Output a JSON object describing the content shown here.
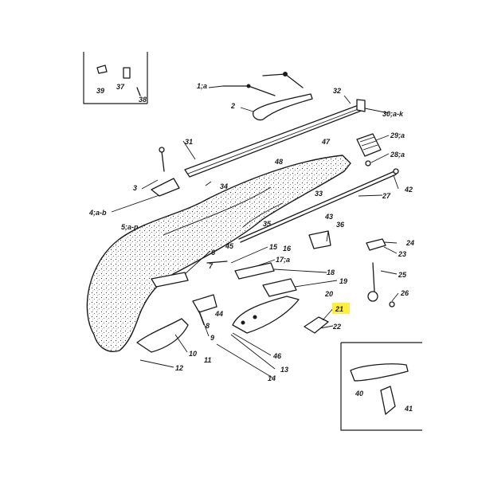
{
  "highlight_color": "#ffef3a",
  "labels": {
    "p1": "1;a",
    "p2": "2",
    "p3": "3",
    "p4": "4;a-b",
    "p5": "5;a-n",
    "p6": "6",
    "p7": "7",
    "p8": "8",
    "p9": "9",
    "p10": "10",
    "p11": "11",
    "p12": "12",
    "p13": "13",
    "p14": "14",
    "p15": "15",
    "p16": "16",
    "p17": "17;a",
    "p18": "18",
    "p19": "19",
    "p20": "20",
    "p21": "21",
    "p22": "22",
    "p23": "23",
    "p24": "24",
    "p25": "25",
    "p26": "26",
    "p27": "27",
    "p28": "28;a",
    "p29": "29;a",
    "p30": "30;a-k",
    "p31": "31",
    "p32": "32",
    "p33": "33",
    "p34": "34",
    "p35": "35",
    "p36": "36",
    "p37": "37",
    "p38": "38",
    "p39": "39",
    "p40": "40",
    "p41": "41",
    "p42": "42",
    "p43": "43",
    "p44": "44",
    "p45": "45",
    "p46": "46",
    "p47": "47",
    "p48": "48"
  }
}
